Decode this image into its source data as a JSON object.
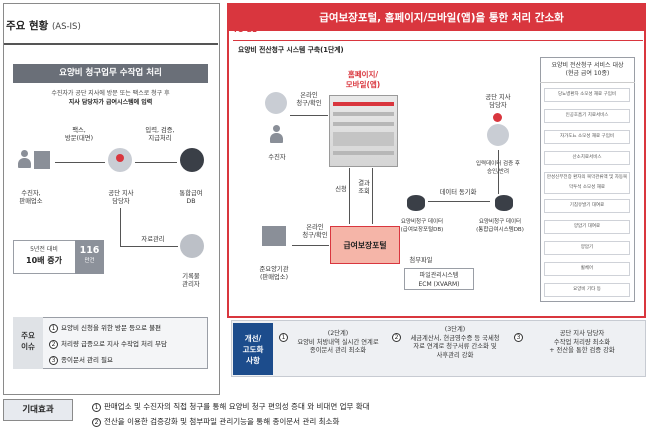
{
  "left": {
    "title": "주요 현황",
    "title_sub": "(AS-IS)",
    "banner": "요양비 청구업무 수작업 처리",
    "desc_line1": "수진자가 공단 지사에 방문 또는 팩스로 청구 후",
    "desc_line2": "지사 담당자가 급여시스템에 입력",
    "fax_label": "팩스,\n방문(대면)",
    "input_label": "입력, 검증,\n지급처리",
    "node_patient": "수진자,\n판매업소",
    "node_officer": "공단 지사\n담당자",
    "node_db": "통합급여\nDB",
    "data_mgmt": "자료관리",
    "node_archive": "기록물\n관리자",
    "stat_label": "5년전 대비",
    "stat_value": "10배 증가",
    "stat_num": "116",
    "stat_unit": "만건",
    "issues_label": "주요\n이슈",
    "issues": [
      "요양비 신청을 위한 방문 등으로 불편",
      "처리량 급증으로 지사 수작업 처리 부담",
      "종이문서 관리 필요"
    ]
  },
  "right": {
    "banner": "급여보장포털, 홈페이지/모바일(앱)을 통한 처리 간소화",
    "tobe": "TO-BE",
    "subtitle": "요양비 전산청구 시스템 구축(1단계)",
    "channel": "홈페이지/\n모바일(앱)",
    "online1": "온라인\n청구/확인",
    "node_patient": "수진자",
    "online2": "온라인\n청구/확인",
    "node_vendor": "준요양기관\n(판매업소)",
    "apply": "신청",
    "result": "결과\n조회",
    "portal": "급여보장포털",
    "data_sync": "데이터 동기화",
    "db1": "요양비청구 데이터\n(급여보장포털DB)",
    "db2": "요양비청구 데이터\n(통합급여시스템DB)",
    "attach": "첨부파일",
    "ecm": "파일관리시스템\nECM (XVARM)",
    "verify": "입력데이터 검증 후\n승인/반려",
    "node_officer": "공단 지사\n담당자",
    "svc_head": "요양비 전산청구 서비스 대상\n(현금 급여 10종)",
    "svc_items": [
      "당뇨병환자 소모성 재료 구입비",
      "인공호흡기 치료서비스",
      "자가도뇨 소모성 재료 구입비",
      "산소치료서비스",
      "만성신부전증 환자의 복막관류액 및 자동복막투석 소모성 재료",
      "기침유발기 대여료",
      "양압기 대여료",
      "양압기",
      "휠체어",
      "요양비 기타 등"
    ],
    "improve_label": "개선/\n고도화\n사항",
    "improvements": [
      "(2단계)\n요양비 처방내역 실시간 연계로\n종이문서 관리 최소화",
      "(3단계)\n세금계산서, 현금영수증 등 국세청\n자료 연계로 청구서류 간소화 및\n사후관리 강화",
      "공단 지사 담당자\n수작업 처리량 최소화\n+ 전산을 통한 검증 강화"
    ]
  },
  "footer": {
    "label": "기대효과",
    "items": [
      "판매업소 및 수진자의 직접 청구를 통해 요양비 청구 편의성 증대  와 비대면 업무 확대",
      "전산을 이용한 검증강화 및 첨부파일 관리기능을 통해 종이문서 관리 최소화"
    ]
  },
  "colors": {
    "accent_red": "#d9363e",
    "banner_gray": "#6a6f78",
    "improve_blue": "#1c4c8c",
    "portal_pink": "#f5b5a8"
  }
}
